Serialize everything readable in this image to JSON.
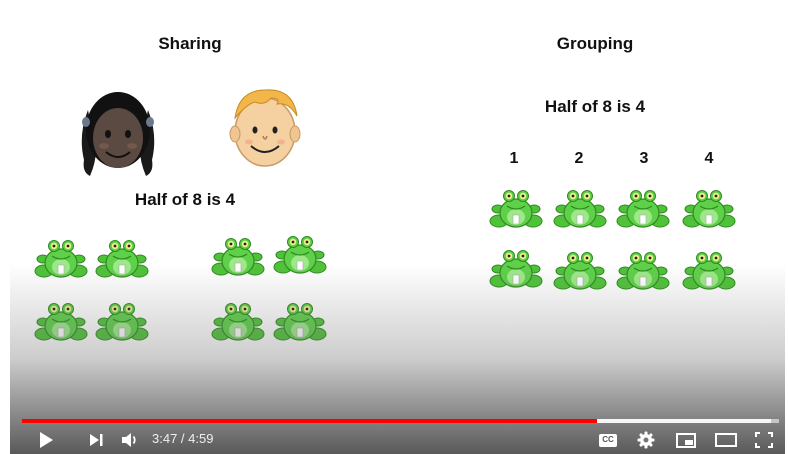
{
  "video": {
    "left_heading": "Sharing",
    "right_heading": "Grouping",
    "left_caption": "Half of 8 is 4",
    "right_caption": "Half of 8 is 4",
    "group_numbers": [
      "1",
      "2",
      "3",
      "4"
    ]
  },
  "player": {
    "current_time": "3:47",
    "separator": " / ",
    "duration": "4:59",
    "progress": 0.76,
    "buffered": 0.99,
    "cc_label": "CC",
    "accent_color": "#ff0000"
  }
}
